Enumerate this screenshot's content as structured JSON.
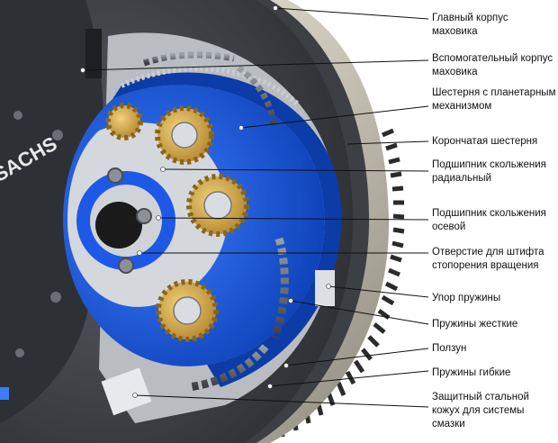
{
  "brand": "SACHS",
  "labels": [
    {
      "id": "main-housing",
      "text": "Главный корпус маховика"
    },
    {
      "id": "aux-housing",
      "text": "Вспомогательный корпус маховика"
    },
    {
      "id": "planet-gear",
      "text": "Шестерня с планетарным механизмом"
    },
    {
      "id": "ring-gear",
      "text": "Корончатая шестерня"
    },
    {
      "id": "radial-bearing",
      "text": "Подшипник скольжения радиальный"
    },
    {
      "id": "axial-bearing",
      "text": "Подшипник скольжения осевой"
    },
    {
      "id": "pin-hole",
      "text": "Отверстие для штифта стопорения вращения"
    },
    {
      "id": "spring-stop",
      "text": "Упор пружины"
    },
    {
      "id": "hard-springs",
      "text": "Пружины жесткие"
    },
    {
      "id": "slider",
      "text": "Ползун"
    },
    {
      "id": "soft-springs",
      "text": "Пружины гибкие"
    },
    {
      "id": "protective-casing",
      "text": "Защитный стальной кожух для системы смазки"
    }
  ]
}
